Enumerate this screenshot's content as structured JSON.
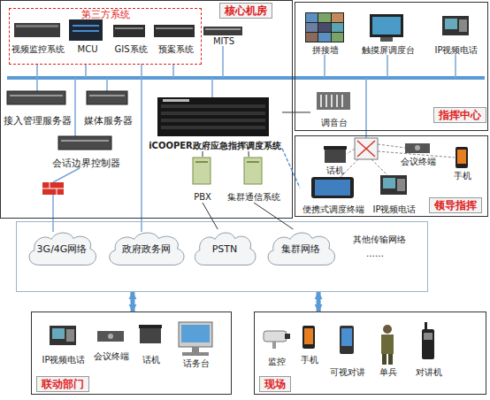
{
  "diagram": {
    "nodes": [
      {
        "text": [
          "核心机房"
        ]
      },
      {
        "text": [
          "第三方系统"
        ],
        "in": 0
      },
      {
        "text": [
          "视频监控系统"
        ],
        "in": 1
      },
      {
        "text": [
          "MCU"
        ],
        "in": 1
      },
      {
        "text": [
          "GIS系统"
        ],
        "in": 1
      },
      {
        "text": [
          "预案系统"
        ],
        "in": 1
      },
      {
        "text": [
          "MITS"
        ],
        "in": 0
      },
      {
        "text": [
          "接入管理服务器"
        ],
        "in": 0
      },
      {
        "text": [
          "媒体服务器"
        ],
        "in": 0
      },
      {
        "text": [
          "会话边界控制器"
        ],
        "in": 0
      },
      {
        "text": [
          "iCOOPER政府应急指挥调度系统"
        ],
        "in": 0
      },
      {
        "text": [
          "PBX"
        ],
        "in": 0
      },
      {
        "text": [
          "集群通信系统"
        ],
        "in": 0
      },
      {
        "text": [
          "指挥中心"
        ]
      },
      {
        "text": [
          "拼接墙"
        ],
        "in": 13
      },
      {
        "text": [
          "触摸屏调度台"
        ],
        "in": 13
      },
      {
        "text": [
          "IP视频电话"
        ],
        "in": 13
      },
      {
        "text": [
          "调音台"
        ],
        "in": 13
      },
      {
        "text": [
          "领导指挥"
        ]
      },
      {
        "text": [
          "话机"
        ],
        "in": 18
      },
      {
        "text": [
          "会议终端"
        ],
        "in": 18
      },
      {
        "text": [
          "手机"
        ],
        "in": 18
      },
      {
        "text": [
          "便携式调度终端"
        ],
        "in": 18
      },
      {
        "text": [
          "IP视频电话"
        ],
        "in": 18
      },
      {
        "text": [
          "其他传输网络",
          "……"
        ]
      },
      {
        "text": [
          "3G/4G网络"
        ],
        "in": 24
      },
      {
        "text": [
          "政府政务网"
        ],
        "in": 24
      },
      {
        "text": [
          "PSTN"
        ],
        "in": 24
      },
      {
        "text": [
          "集群网络"
        ],
        "in": 24
      },
      {
        "text": [
          "联动部门"
        ]
      },
      {
        "text": [
          "IP视频电话"
        ],
        "in": 29
      },
      {
        "text": [
          "会议终端"
        ],
        "in": 29
      },
      {
        "text": [
          "话机"
        ],
        "in": 29
      },
      {
        "text": [
          "话务台"
        ],
        "in": 29
      },
      {
        "text": [
          "现场"
        ]
      },
      {
        "text": [
          "监控"
        ],
        "in": 34
      },
      {
        "text": [
          "手机"
        ],
        "in": 34
      },
      {
        "text": [
          "可视对讲"
        ],
        "in": 34
      },
      {
        "text": [
          "单兵"
        ],
        "in": 34
      },
      {
        "text": [
          "对讲机"
        ],
        "in": 34
      }
    ],
    "edges": [
      {
        "from": 10,
        "to": 17,
        "arrow": "none"
      },
      {
        "from": 10,
        "to": 11,
        "arrow": "none"
      },
      {
        "from": 10,
        "to": 12,
        "arrow": "none"
      },
      {
        "from": 11,
        "to": 27,
        "arrow": "none"
      },
      {
        "from": 12,
        "to": 28,
        "arrow": "none"
      },
      {
        "from": 10,
        "to": 22,
        "arrow": "none"
      },
      {
        "from": 24,
        "to": 29,
        "arrow": "both"
      },
      {
        "from": 24,
        "to": 34,
        "arrow": "both"
      }
    ]
  }
}
